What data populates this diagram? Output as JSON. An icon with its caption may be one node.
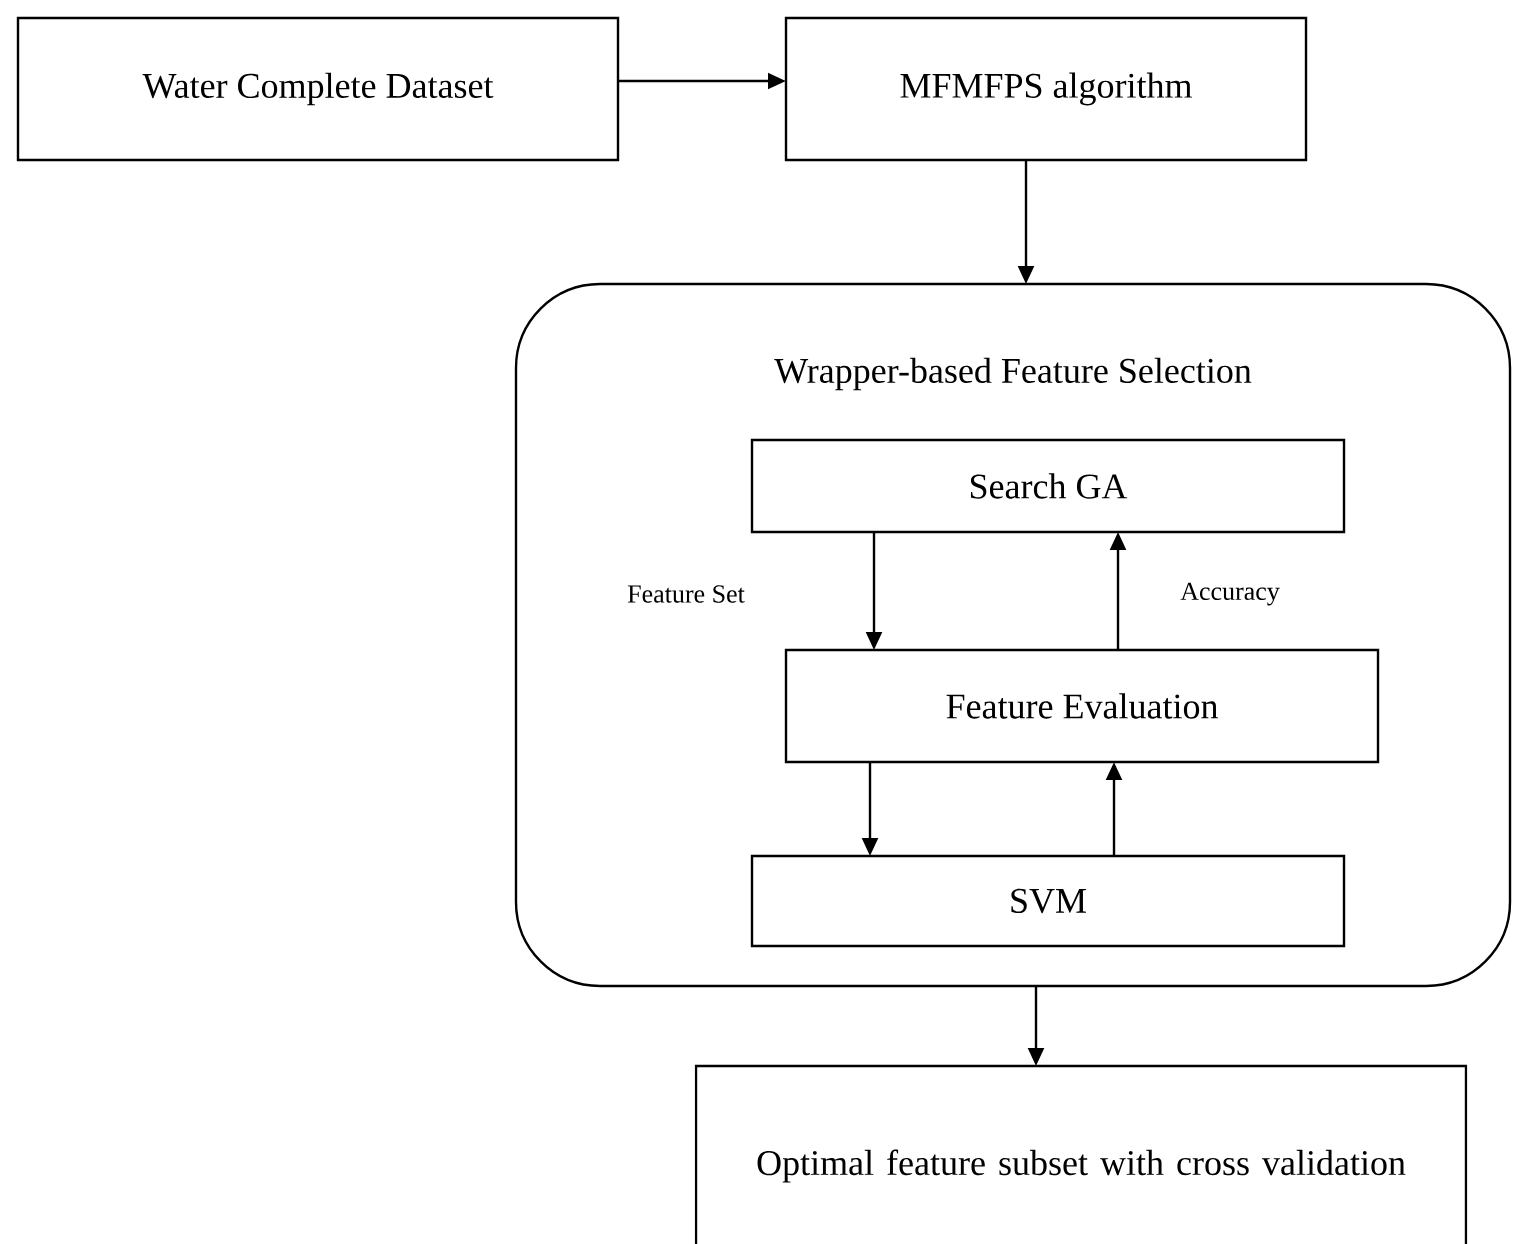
{
  "diagram": {
    "nodes": [
      {
        "text": [
          "Water Complete Dataset"
        ]
      },
      {
        "text": [
          "MFMFPS algorithm"
        ]
      },
      {
        "text": [
          "Wrapper-based Feature Selection"
        ]
      },
      {
        "text": [
          "Search GA"
        ],
        "in": 2
      },
      {
        "text": [
          "Feature Evaluation"
        ],
        "in": 2
      },
      {
        "text": [
          "SVM"
        ],
        "in": 2
      },
      {
        "text": [
          "Optimal feature subset with cross validation"
        ]
      }
    ],
    "edges": [
      {
        "from": 0,
        "to": 1,
        "arrow": "to"
      },
      {
        "from": 1,
        "to": 2,
        "arrow": "to"
      },
      {
        "from": 3,
        "to": 4,
        "arrow": "to",
        "label": "Feature Set"
      },
      {
        "from": 4,
        "to": 3,
        "arrow": "to",
        "label": "Accuracy"
      },
      {
        "from": 4,
        "to": 5,
        "arrow": "to"
      },
      {
        "from": 5,
        "to": 4,
        "arrow": "to"
      },
      {
        "from": 2,
        "to": 6,
        "arrow": "to"
      }
    ]
  }
}
